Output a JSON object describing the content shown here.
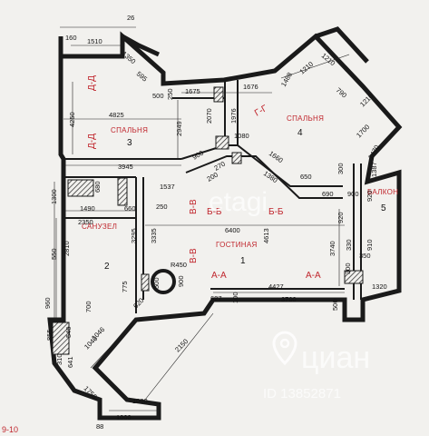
{
  "rooms": {
    "bedroom_left": {
      "label": "СПАЛЬНЯ",
      "number": "3"
    },
    "bedroom_right": {
      "label": "СПАЛЬНЯ",
      "number": "4"
    },
    "bathroom": {
      "label": "САНУЗЕЛ",
      "number": "2"
    },
    "living": {
      "label": "ГОСТИНАЯ",
      "number": "1"
    },
    "balcony": {
      "label": "БАЛКОН",
      "number": "5"
    }
  },
  "sections": {
    "dd_1": "Д-Д",
    "dd_2": "Д-Д",
    "vv_1": "В-В",
    "vv_2": "В-В",
    "bb_1": "Б-Б",
    "bb_2": "Б-Б",
    "aa_1": "А-А",
    "aa_2": "А-А",
    "gg": "Г-Г"
  },
  "dimensions": {
    "d26": "26",
    "d160": "160",
    "d1510": "1510",
    "d1350": "1350",
    "d595": "595",
    "d500a": "500",
    "d250a": "250",
    "d1675": "1675",
    "d1676": "1676",
    "d1488": "1488",
    "d1210a": "1210",
    "d1210b": "1210",
    "d790": "790",
    "d1210c": "1210",
    "d4250": "4250",
    "d4825": "4825",
    "d2070": "2070",
    "d1976": "1976",
    "d2949": "2949",
    "d1080": "1080",
    "d1700": "1700",
    "d1470": "1470",
    "d900a": "900",
    "d270": "270",
    "d1660": "1660",
    "d3945": "3945",
    "d200a": "200",
    "d1537": "1537",
    "d650": "650",
    "d1380": "1380",
    "d680": "680",
    "d300a": "300",
    "d1387": "1387",
    "d1490": "1490",
    "d660": "660",
    "d250b": "250",
    "d690": "690",
    "d900b": "900",
    "d920a": "920",
    "d1300": "1300",
    "d2350": "2350",
    "d6400": "6400",
    "d4613": "4613",
    "d3295": "3295",
    "d3335": "3335",
    "d920b": "920",
    "d2810": "2810",
    "d550a": "550",
    "d3740": "3740",
    "d330": "330",
    "d910": "910",
    "dR450": "R450",
    "d350": "350",
    "d300b": "300",
    "d960": "960",
    "d775": "775",
    "d500b": "500",
    "d900c": "900",
    "d4427": "4427",
    "d1320": "1320",
    "d627": "627",
    "d100": "100",
    "d3700": "3700",
    "d500c": "500",
    "d700": "700",
    "d620": "620",
    "d1040": "1040",
    "d1046": "1046",
    "d2150": "2150",
    "d855": "855",
    "d540": "540",
    "d641": "641",
    "d1756": "1756",
    "d1000a": "1000",
    "d1000b": "1000",
    "d88": "88",
    "d310": "310"
  },
  "watermark": {
    "brand": "циан",
    "listing_id": "ID 13852871",
    "faint_logo": "etagi"
  },
  "corner_note": "9-10"
}
